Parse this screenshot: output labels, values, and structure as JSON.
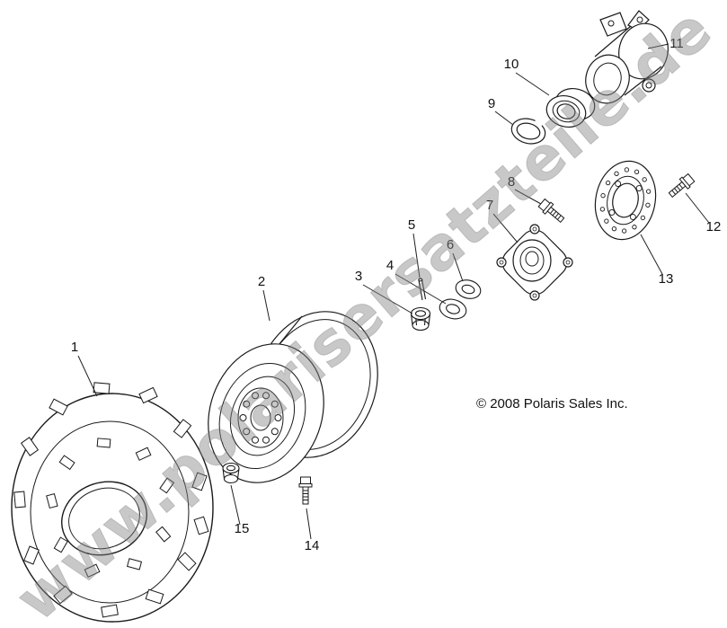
{
  "diagram": {
    "watermark": "www.polarisersatzteile.de",
    "copyright": "© 2008 Polaris Sales Inc.",
    "callouts": [
      "1",
      "2",
      "3",
      "4",
      "5",
      "6",
      "7",
      "8",
      "9",
      "10",
      "11",
      "12",
      "13",
      "14",
      "15"
    ]
  }
}
